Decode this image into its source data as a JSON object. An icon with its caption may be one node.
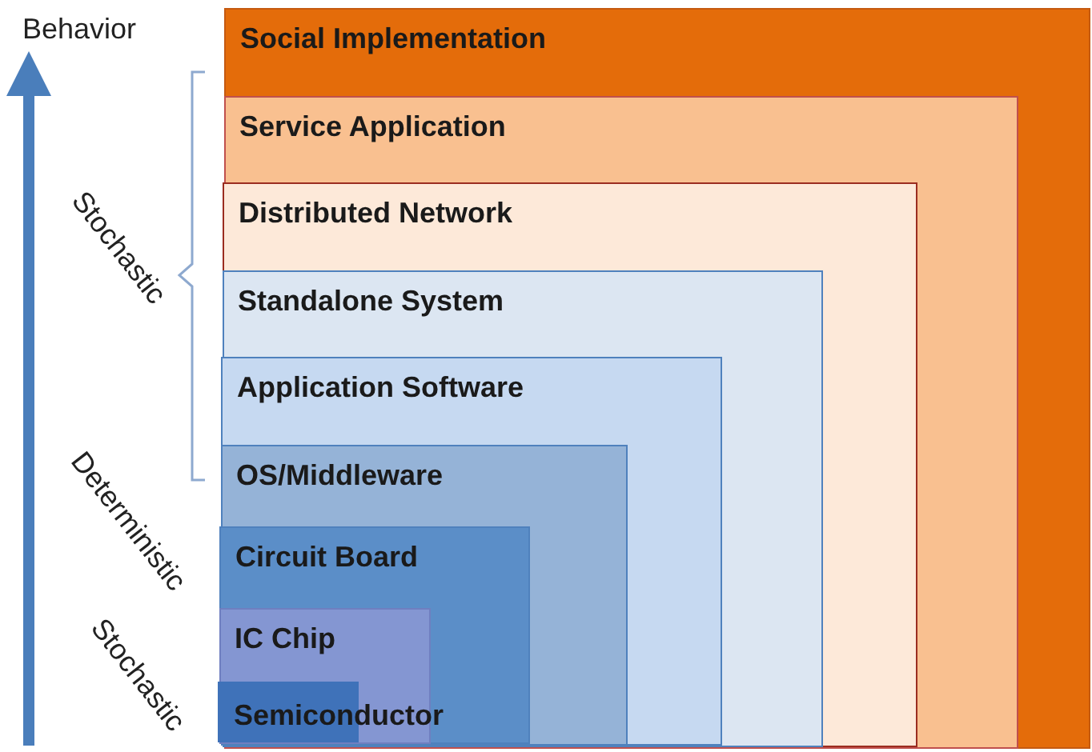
{
  "diagram": {
    "nodes": [
      {
        "text": [
          "Social Implementation"
        ]
      },
      {
        "text": [
          "Service Application"
        ],
        "in": 0
      },
      {
        "text": [
          "Distributed Network"
        ],
        "in": 1
      },
      {
        "text": [
          "Standalone System"
        ],
        "in": 2
      },
      {
        "text": [
          "Application Software"
        ],
        "in": 3
      },
      {
        "text": [
          "OS/Middleware"
        ],
        "in": 4
      },
      {
        "text": [
          "Circuit Board"
        ],
        "in": 5
      },
      {
        "text": [
          "IC Chip"
        ],
        "in": 6
      },
      {
        "text": [
          "Semiconductor"
        ],
        "in": 7
      }
    ],
    "edges": [],
    "labels": [
      "Behavior",
      "Stochastic",
      "Deterministic",
      "Stochastic"
    ]
  }
}
